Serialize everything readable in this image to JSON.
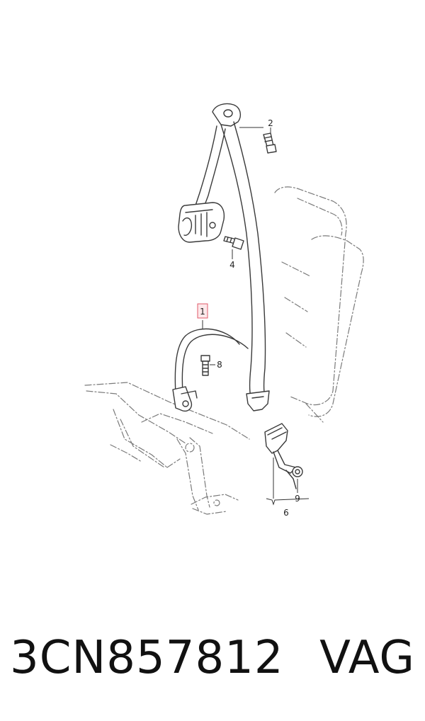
{
  "diagram": {
    "callouts": {
      "c1": "1",
      "c2": "2",
      "c4": "4",
      "c6": "6",
      "c8": "8",
      "c9": "9"
    },
    "highlight_color": "#e05a6a"
  },
  "footer": {
    "part_number": "3CN857812",
    "brand": "VAG"
  }
}
